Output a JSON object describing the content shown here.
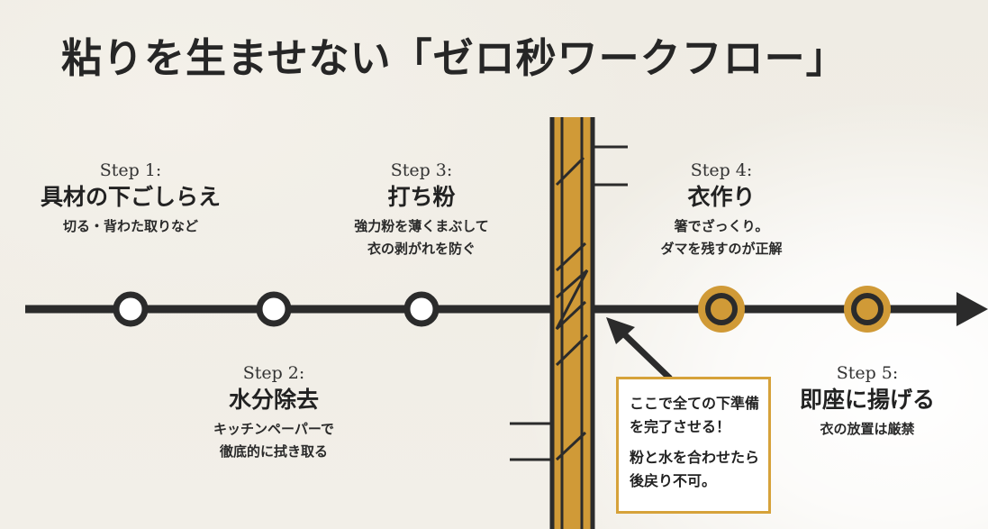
{
  "title": "粘りを生ませない「ゼロ秒ワークフロー」",
  "steps": [
    {
      "label": "Step 1:",
      "title": "具材の下ごしらえ",
      "desc": [
        "切る・背わた取りなど"
      ]
    },
    {
      "label": "Step 2:",
      "title": "水分除去",
      "desc": [
        "キッチンペーパーで",
        "徹底的に拭き取る"
      ]
    },
    {
      "label": "Step 3:",
      "title": "打ち粉",
      "desc": [
        "強力粉を薄くまぶして",
        "衣の剥がれを防ぐ"
      ]
    },
    {
      "label": "Step 4:",
      "title": "衣作り",
      "desc": [
        "箸でざっくり。",
        "ダマを残すのが正解"
      ]
    },
    {
      "label": "Step 5:",
      "title": "即座に揚げる",
      "desc": [
        "衣の放置は厳禁"
      ]
    }
  ],
  "note": {
    "lines_1": "ここで全ての下準備を完了させる！",
    "lines_2": "粉と水を合わせたら後戻り不可。"
  },
  "colors": {
    "line": "#2b2b2b",
    "accent": "#d09a37",
    "node_fill_before": "#ffffff",
    "node_fill_after": "#d09a37",
    "note_border": "#d6a23a"
  }
}
